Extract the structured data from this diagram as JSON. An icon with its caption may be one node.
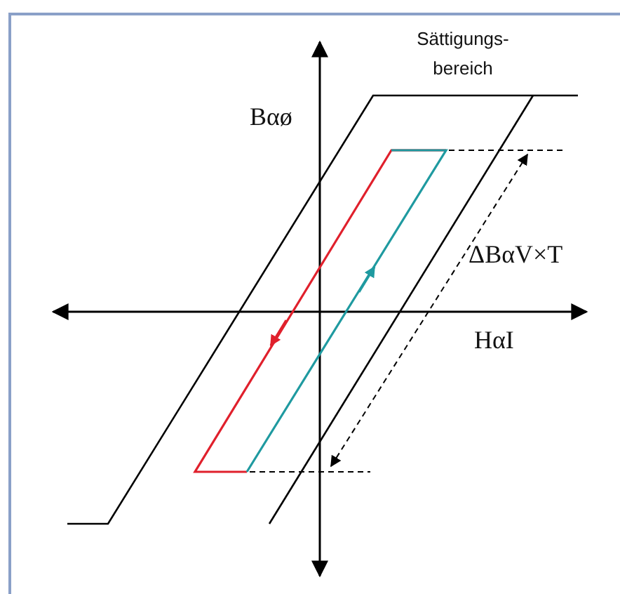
{
  "diagram": {
    "labels": [
      "Sättigungs- bereich",
      "Bαø",
      "ΔBαV×T",
      "HαI"
    ]
  }
}
